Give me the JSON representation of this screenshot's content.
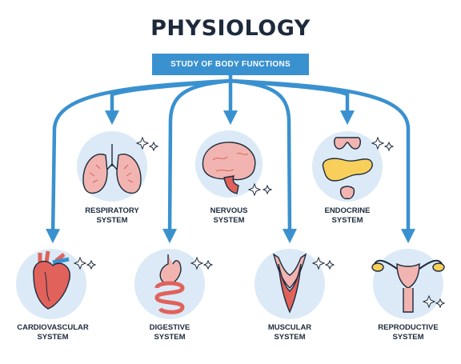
{
  "title": "PHYSIOLOGY",
  "subtitle": "STUDY OF BODY FUNCTIONS",
  "colors": {
    "accent_blue": "#3a91cf",
    "circle_fill": "#dbeaf6",
    "organ_pink": "#f2b4b0",
    "organ_red": "#e0625a",
    "gland_yellow": "#f7cf5a",
    "text_dark": "#1d2a3c"
  },
  "systems": [
    {
      "key": "respiratory",
      "line1": "RESPIRATORY",
      "line2": "SYSTEM",
      "icon": "lungs-icon"
    },
    {
      "key": "nervous",
      "line1": "NERVOUS",
      "line2": "SYSTEM",
      "icon": "brain-icon"
    },
    {
      "key": "endocrine",
      "line1": "ENDOCRINE",
      "line2": "SYSTEM",
      "icon": "glands-icon"
    },
    {
      "key": "cardiovascular",
      "line1": "CARDIOVASCULAR",
      "line2": "SYSTEM",
      "icon": "heart-icon"
    },
    {
      "key": "digestive",
      "line1": "DIGESTIVE",
      "line2": "SYSTEM",
      "icon": "stomach-icon"
    },
    {
      "key": "muscular",
      "line1": "MUSCULAR",
      "line2": "SYSTEM",
      "icon": "muscle-icon"
    },
    {
      "key": "reproductive",
      "line1": "REPRODUCTIVE",
      "line2": "SYSTEM",
      "icon": "uterus-icon"
    }
  ]
}
